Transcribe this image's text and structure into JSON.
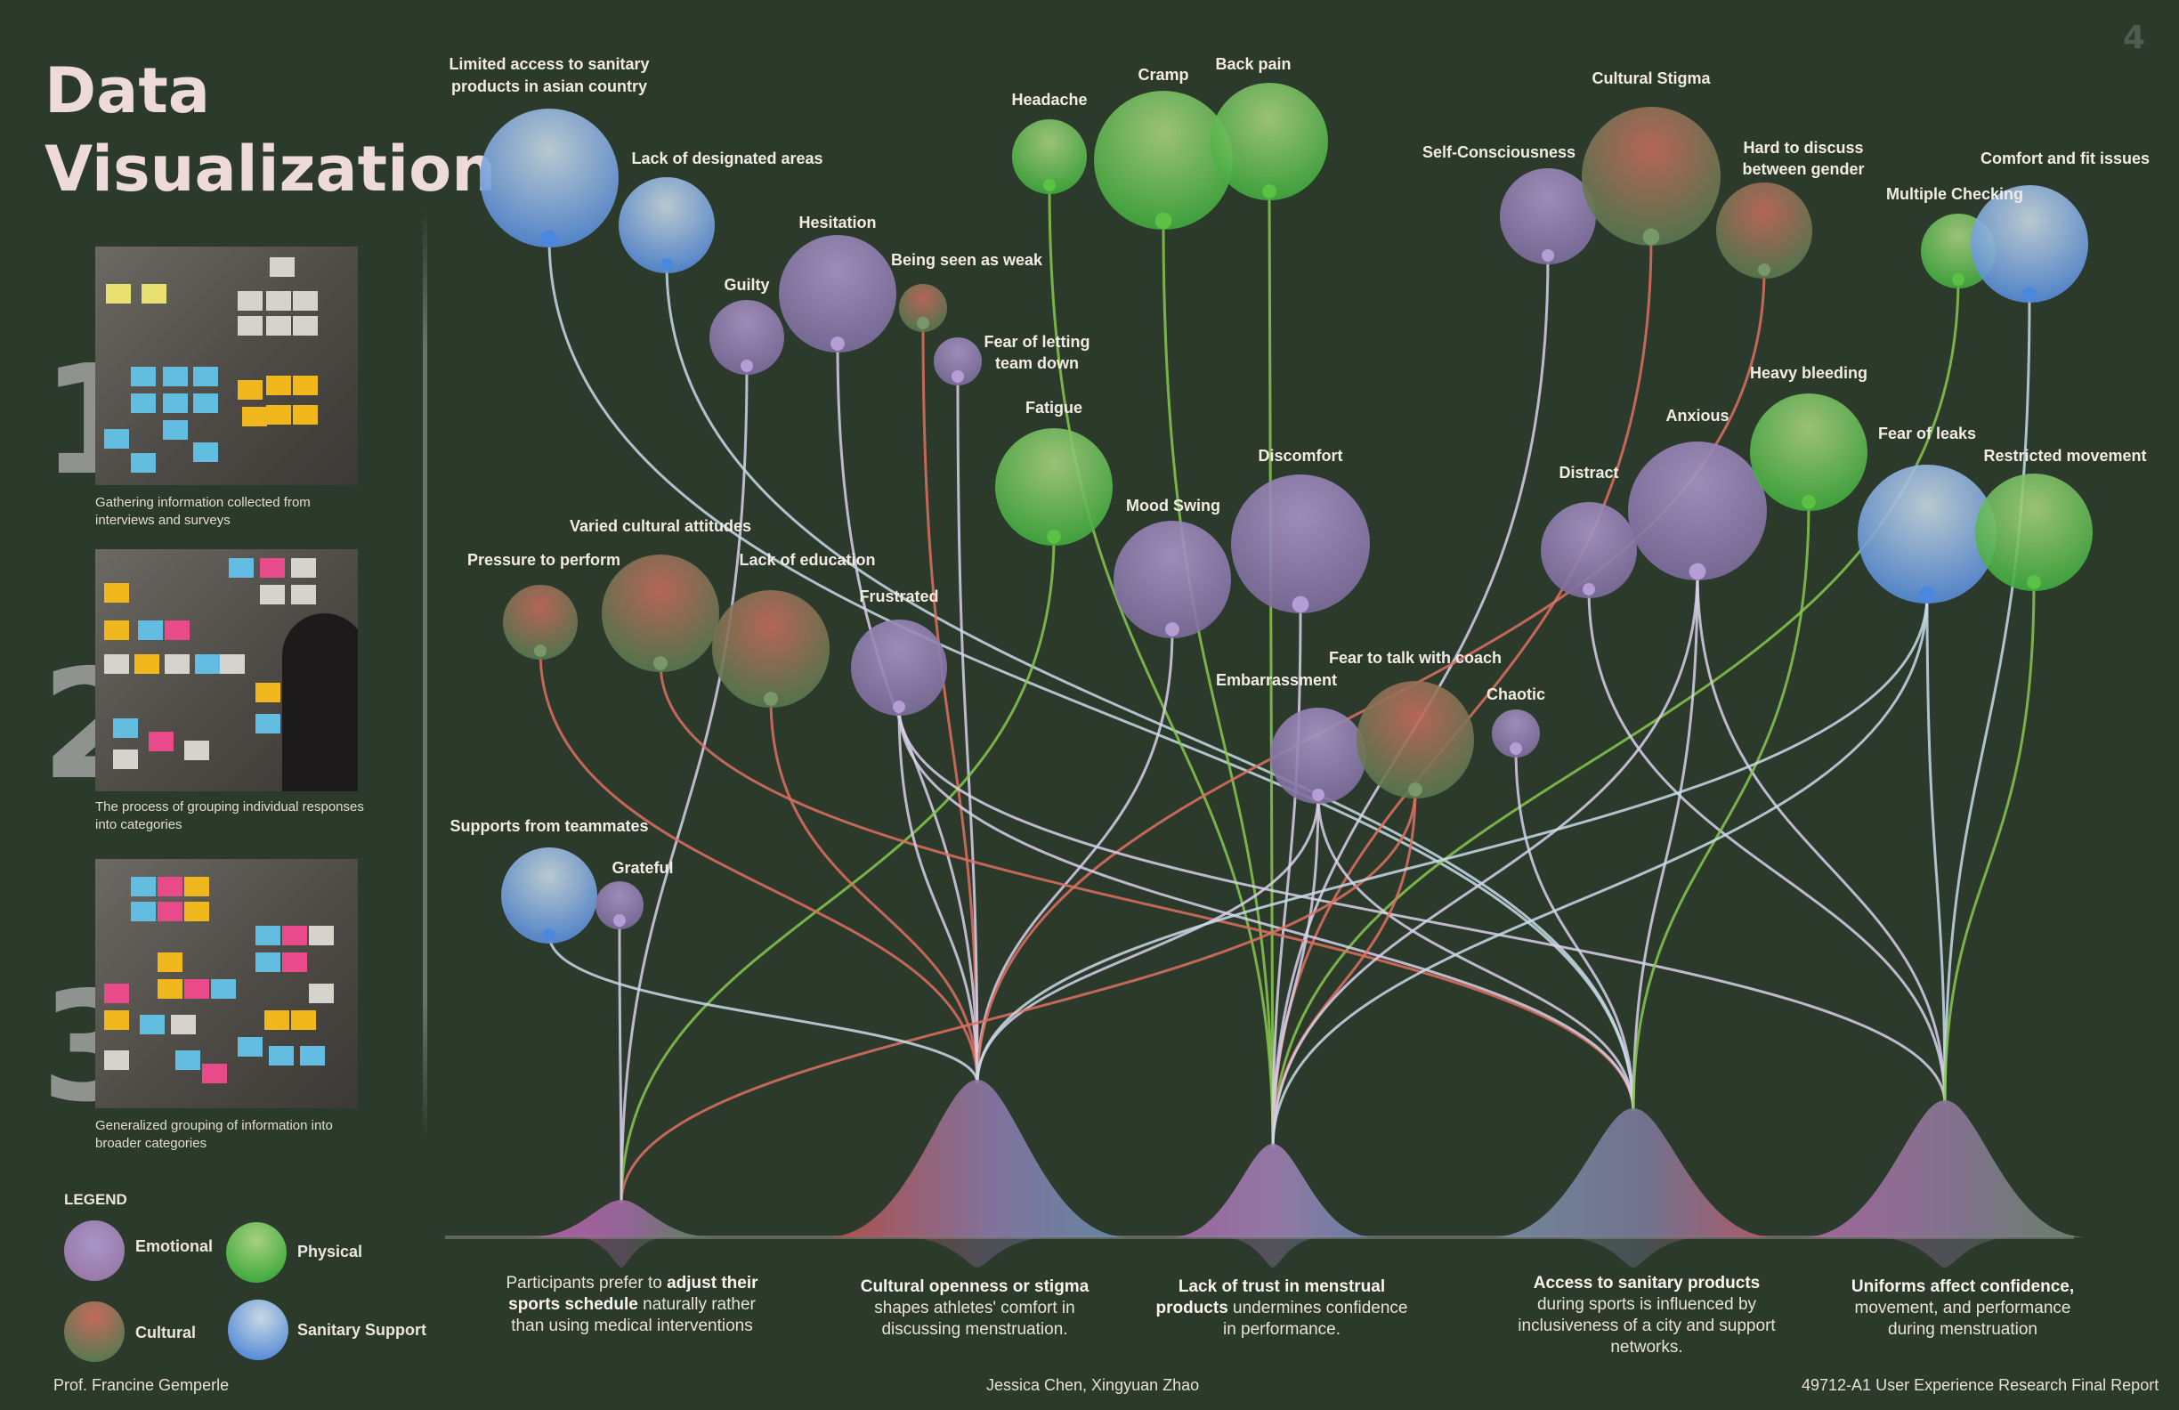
{
  "header": {
    "title_line1": "Data",
    "title_line2": "Visualization",
    "page_number": "4"
  },
  "steps": [
    {
      "number": "1",
      "caption_line1": "Gathering information collected from",
      "caption_line2": "interviews and surveys"
    },
    {
      "number": "2",
      "caption_line1": "The process of grouping individual responses",
      "caption_line2": "into categories"
    },
    {
      "number": "3",
      "caption_line1": "Generalized grouping of information into",
      "caption_line2": "broader categories"
    }
  ],
  "legend": {
    "title": "LEGEND",
    "items": [
      {
        "label": "Emotional",
        "color": "#9a86b8"
      },
      {
        "label": "Physical",
        "color": "#6ec24c"
      },
      {
        "label": "Cultural",
        "color": "#b86258"
      },
      {
        "label": "Sanitary Support",
        "color": "#78a6d8"
      }
    ]
  },
  "categories": {
    "emotional": {
      "light": "#a896c8",
      "dark": "#7a6a9a",
      "dot": "#b8a0d8"
    },
    "physical": {
      "light": "#a8d080",
      "dark": "#38a838",
      "dot": "#5cc444"
    },
    "cultural": {
      "light": "#c46a5c",
      "dark": "#4e7a4e",
      "dot": "#7a9a6a"
    },
    "sanitary": {
      "light": "#c8d8e2",
      "dark": "#4e86d8",
      "dot": "#4a88e0"
    }
  },
  "hubs": [
    {
      "id": "h1",
      "bold_lead": "",
      "text": "Participants prefer to ",
      "bold": "adjust their sports schedule",
      "text_after": " naturally rather than using medical interventions"
    },
    {
      "id": "h2",
      "bold_lead": "Cultural openness or stigma",
      "text": " shapes athletes' comfort in discussing menstruation.",
      "bold": "",
      "text_after": ""
    },
    {
      "id": "h3",
      "bold_lead": "Lack of trust in menstrual products",
      "text": " undermines confidence in performance.",
      "bold": "",
      "text_after": ""
    },
    {
      "id": "h4",
      "bold_lead": "Access to sanitary products",
      "text": " during sports is influenced by inclusiveness of a city and support networks.",
      "bold": "",
      "text_after": ""
    },
    {
      "id": "h5",
      "bold_lead": "Uniforms affect confidence,",
      "text": " movement, and performance during menstruation",
      "bold": "",
      "text_after": ""
    }
  ],
  "nodes": [
    {
      "label": "Limited access to sanitary products in asian country",
      "cat": "sanitary",
      "size": "xl"
    },
    {
      "label": "Lack of designated areas",
      "cat": "sanitary",
      "size": "m"
    },
    {
      "label": "Guilty",
      "cat": "emotional",
      "size": "s"
    },
    {
      "label": "Hesitation",
      "cat": "emotional",
      "size": "l"
    },
    {
      "label": "Being seen as weak",
      "cat": "cultural",
      "size": "xs"
    },
    {
      "label": "Fear of letting team down",
      "cat": "emotional",
      "size": "xs"
    },
    {
      "label": "Headache",
      "cat": "physical",
      "size": "s"
    },
    {
      "label": "Cramp",
      "cat": "physical",
      "size": "xl"
    },
    {
      "label": "Back pain",
      "cat": "physical",
      "size": "l"
    },
    {
      "label": "Fatigue",
      "cat": "physical",
      "size": "l"
    },
    {
      "label": "Mood Swing",
      "cat": "emotional",
      "size": "l"
    },
    {
      "label": "Discomfort",
      "cat": "emotional",
      "size": "xl"
    },
    {
      "label": "Self-Consciousness",
      "cat": "emotional",
      "size": "m"
    },
    {
      "label": "Cultural Stigma",
      "cat": "cultural",
      "size": "xl"
    },
    {
      "label": "Hard to discuss between gender",
      "cat": "cultural",
      "size": "m"
    },
    {
      "label": "Multiple Checking",
      "cat": "physical",
      "size": "s"
    },
    {
      "label": "Comfort and fit issues",
      "cat": "sanitary",
      "size": "l"
    },
    {
      "label": "Varied cultural attitudes",
      "cat": "cultural",
      "size": "l"
    },
    {
      "label": "Pressure to perform",
      "cat": "cultural",
      "size": "s"
    },
    {
      "label": "Lack of education",
      "cat": "cultural",
      "size": "l"
    },
    {
      "label": "Frustrated",
      "cat": "emotional",
      "size": "m"
    },
    {
      "label": "Embarrassment",
      "cat": "emotional",
      "size": "m"
    },
    {
      "label": "Fear to talk with coach",
      "cat": "cultural",
      "size": "l"
    },
    {
      "label": "Chaotic",
      "cat": "emotional",
      "size": "xs"
    },
    {
      "label": "Distract",
      "cat": "emotional",
      "size": "m"
    },
    {
      "label": "Anxious",
      "cat": "emotional",
      "size": "xl"
    },
    {
      "label": "Heavy bleeding",
      "cat": "physical",
      "size": "l"
    },
    {
      "label": "Fear of leaks",
      "cat": "sanitary",
      "size": "xl"
    },
    {
      "label": "Restricted movement",
      "cat": "physical",
      "size": "l"
    },
    {
      "label": "Supports from teammates",
      "cat": "sanitary",
      "size": "m"
    },
    {
      "label": "Grateful",
      "cat": "emotional",
      "size": "xs"
    }
  ],
  "links": [
    [
      "Limited access to sanitary products in asian country",
      "h4"
    ],
    [
      "Lack of designated areas",
      "h4"
    ],
    [
      "Guilty",
      "h1"
    ],
    [
      "Hesitation",
      "h2"
    ],
    [
      "Being seen as weak",
      "h2"
    ],
    [
      "Fear of letting team down",
      "h2"
    ],
    [
      "Headache",
      "h3"
    ],
    [
      "Cramp",
      "h3"
    ],
    [
      "Back pain",
      "h3"
    ],
    [
      "Fatigue",
      "h1"
    ],
    [
      "Mood Swing",
      "h2"
    ],
    [
      "Discomfort",
      "h3"
    ],
    [
      "Self-Consciousness",
      "h3"
    ],
    [
      "Cultural Stigma",
      "h3"
    ],
    [
      "Hard to discuss between gender",
      "h2"
    ],
    [
      "Multiple Checking",
      "h3"
    ],
    [
      "Comfort and fit issues",
      "h5"
    ],
    [
      "Varied cultural attitudes",
      "h4"
    ],
    [
      "Pressure to perform",
      "h2"
    ],
    [
      "Lack of education",
      "h2"
    ],
    [
      "Frustrated",
      "h2"
    ],
    [
      "Frustrated",
      "h4"
    ],
    [
      "Frustrated",
      "h5"
    ],
    [
      "Embarrassment",
      "h2"
    ],
    [
      "Embarrassment",
      "h3"
    ],
    [
      "Embarrassment",
      "h4"
    ],
    [
      "Fear to talk with coach",
      "h1"
    ],
    [
      "Fear to talk with coach",
      "h3"
    ],
    [
      "Chaotic",
      "h4"
    ],
    [
      "Distract",
      "h5"
    ],
    [
      "Anxious",
      "h3"
    ],
    [
      "Anxious",
      "h4"
    ],
    [
      "Anxious",
      "h5"
    ],
    [
      "Heavy bleeding",
      "h4"
    ],
    [
      "Fear of leaks",
      "h2"
    ],
    [
      "Fear of leaks",
      "h3"
    ],
    [
      "Fear of leaks",
      "h5"
    ],
    [
      "Restricted movement",
      "h5"
    ],
    [
      "Supports from teammates",
      "h2"
    ],
    [
      "Grateful",
      "h1"
    ]
  ],
  "footer": {
    "professor": "Prof. Francine Gemperle",
    "authors": "Jessica Chen, Xingyuan Zhao",
    "course": "49712-A1 User Experience Research Final Report"
  }
}
